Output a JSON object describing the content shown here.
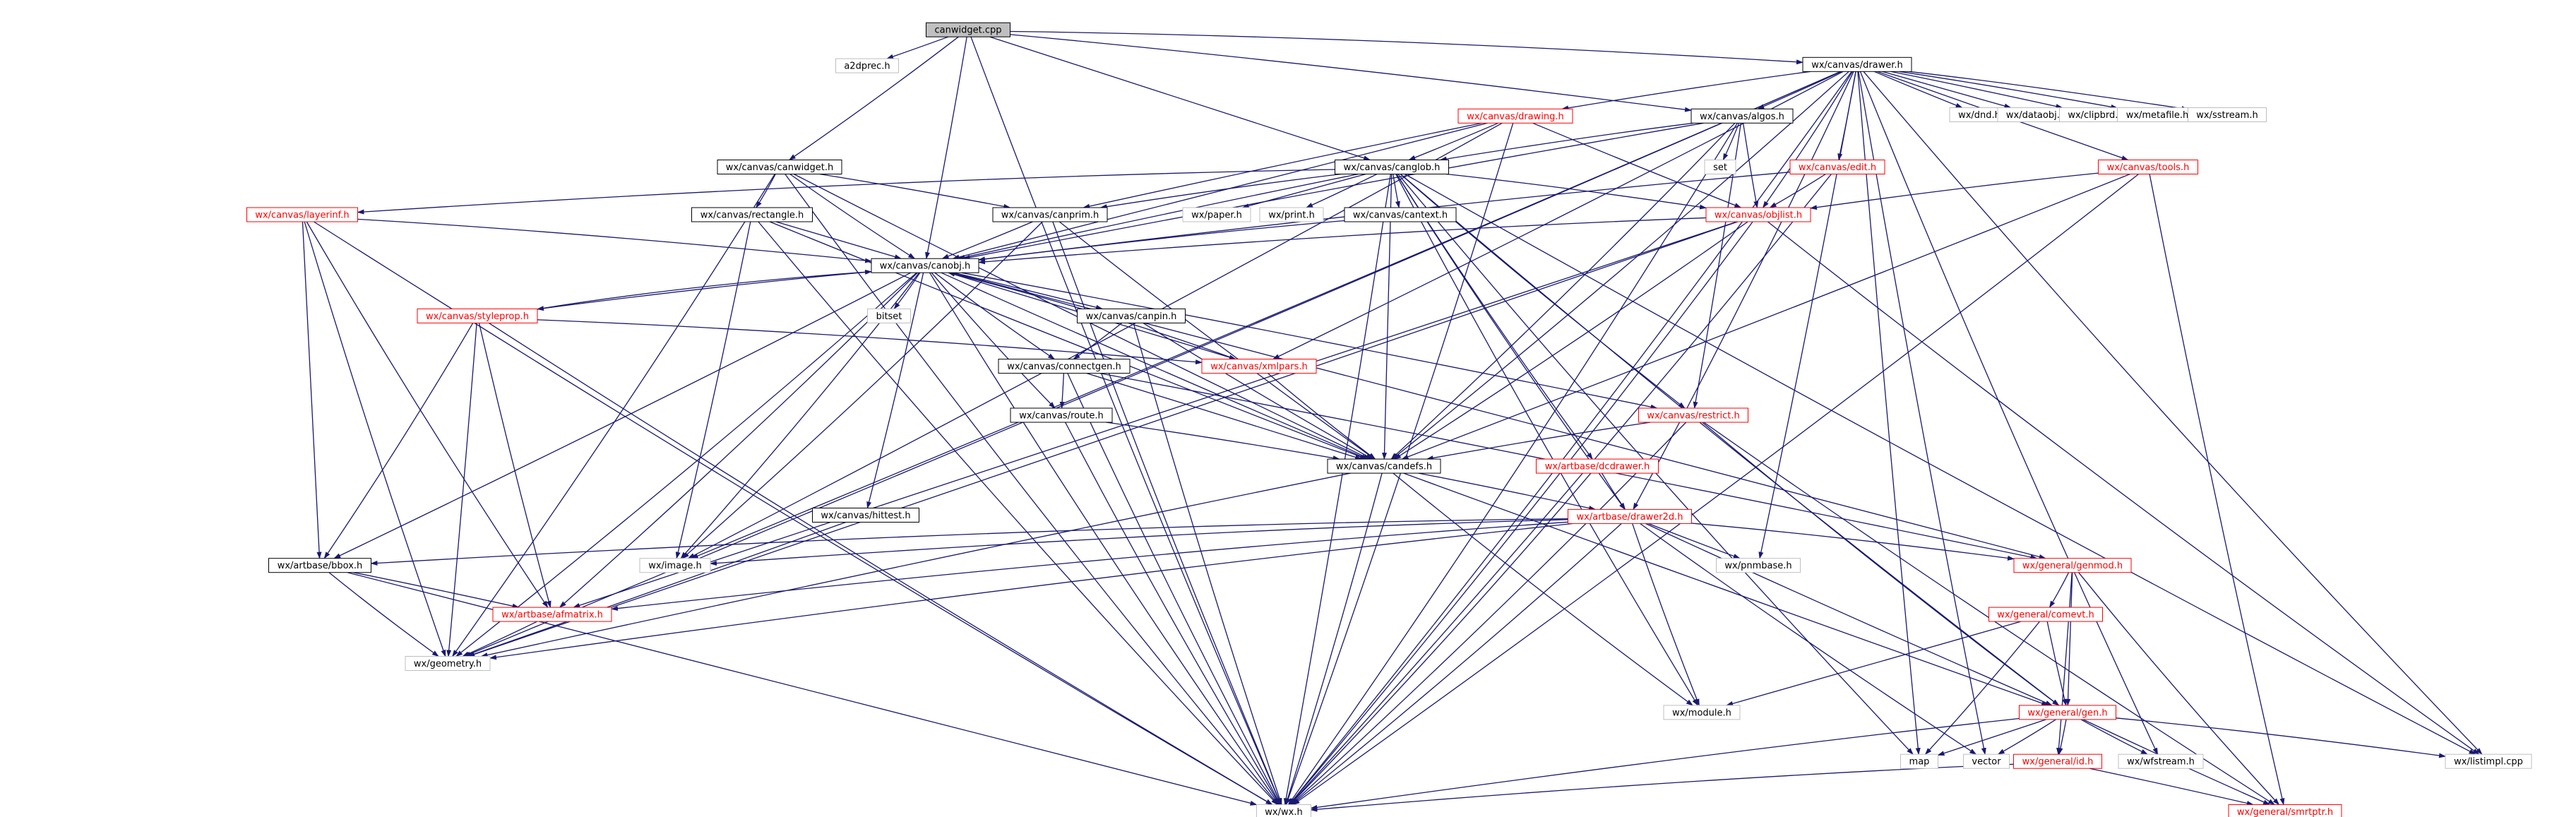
{
  "diagram": {
    "nodes": [
      {
        "id": "canwidget_cpp",
        "label": "canwidget.cpp",
        "style": "root",
        "link": false
      },
      {
        "id": "a2dprec",
        "label": "a2dprec.h",
        "style": "gray",
        "link": false
      },
      {
        "id": "drawer",
        "label": "wx/canvas/drawer.h",
        "style": "black",
        "link": true
      },
      {
        "id": "dnd",
        "label": "wx/dnd.h",
        "style": "gray",
        "link": false
      },
      {
        "id": "dataobj",
        "label": "wx/dataobj.h",
        "style": "gray",
        "link": false
      },
      {
        "id": "clipbrd",
        "label": "wx/clipbrd.h",
        "style": "gray",
        "link": false
      },
      {
        "id": "metafile",
        "label": "wx/metafile.h",
        "style": "gray",
        "link": false
      },
      {
        "id": "sstream",
        "label": "wx/sstream.h",
        "style": "gray",
        "link": false
      },
      {
        "id": "drawing",
        "label": "wx/canvas/drawing.h",
        "style": "red",
        "link": true
      },
      {
        "id": "algos",
        "label": "wx/canvas/algos.h",
        "style": "black",
        "link": true
      },
      {
        "id": "set",
        "label": "set",
        "style": "gray",
        "link": false
      },
      {
        "id": "canwidget_h",
        "label": "wx/canvas/canwidget.h",
        "style": "black",
        "link": true
      },
      {
        "id": "canglob",
        "label": "wx/canvas/canglob.h",
        "style": "black",
        "link": true
      },
      {
        "id": "edit",
        "label": "wx/canvas/edit.h",
        "style": "red",
        "link": true
      },
      {
        "id": "tools",
        "label": "wx/canvas/tools.h",
        "style": "red",
        "link": true
      },
      {
        "id": "layerinf",
        "label": "wx/canvas/layerinf.h",
        "style": "red",
        "link": true
      },
      {
        "id": "rectangle",
        "label": "wx/canvas/rectangle.h",
        "style": "black",
        "link": true
      },
      {
        "id": "canprim",
        "label": "wx/canvas/canprim.h",
        "style": "black",
        "link": true
      },
      {
        "id": "paper",
        "label": "wx/paper.h",
        "style": "gray",
        "link": false
      },
      {
        "id": "print",
        "label": "wx/print.h",
        "style": "gray",
        "link": false
      },
      {
        "id": "cantext",
        "label": "wx/canvas/cantext.h",
        "style": "black",
        "link": true
      },
      {
        "id": "objlist",
        "label": "wx/canvas/objlist.h",
        "style": "red",
        "link": true
      },
      {
        "id": "canobj",
        "label": "wx/canvas/canobj.h",
        "style": "black",
        "link": true
      },
      {
        "id": "styleprop",
        "label": "wx/canvas/styleprop.h",
        "style": "red",
        "link": true
      },
      {
        "id": "bitset",
        "label": "bitset",
        "style": "gray",
        "link": false
      },
      {
        "id": "canpin",
        "label": "wx/canvas/canpin.h",
        "style": "black",
        "link": true
      },
      {
        "id": "xmlpars",
        "label": "wx/canvas/xmlpars.h",
        "style": "red",
        "link": true
      },
      {
        "id": "connectgen",
        "label": "wx/canvas/connectgen.h",
        "style": "black",
        "link": true
      },
      {
        "id": "restrict",
        "label": "wx/canvas/restrict.h",
        "style": "red",
        "link": true
      },
      {
        "id": "route",
        "label": "wx/canvas/route.h",
        "style": "black",
        "link": true
      },
      {
        "id": "candefs",
        "label": "wx/canvas/candefs.h",
        "style": "black",
        "link": true
      },
      {
        "id": "dcdrawer",
        "label": "wx/artbase/dcdrawer.h",
        "style": "red",
        "link": true
      },
      {
        "id": "hittest",
        "label": "wx/canvas/hittest.h",
        "style": "black",
        "link": true
      },
      {
        "id": "drawer2d",
        "label": "wx/artbase/drawer2d.h",
        "style": "red",
        "link": true
      },
      {
        "id": "bbox",
        "label": "wx/artbase/bbox.h",
        "style": "black",
        "link": true
      },
      {
        "id": "image",
        "label": "wx/image.h",
        "style": "gray",
        "link": false
      },
      {
        "id": "pnmbase",
        "label": "wx/pnmbase.h",
        "style": "gray",
        "link": false
      },
      {
        "id": "genmod",
        "label": "wx/general/genmod.h",
        "style": "red",
        "link": true
      },
      {
        "id": "afmatrix",
        "label": "wx/artbase/afmatrix.h",
        "style": "red",
        "link": true
      },
      {
        "id": "comevt",
        "label": "wx/general/comevt.h",
        "style": "red",
        "link": true
      },
      {
        "id": "geometry",
        "label": "wx/geometry.h",
        "style": "gray",
        "link": false
      },
      {
        "id": "module",
        "label": "wx/module.h",
        "style": "gray",
        "link": false
      },
      {
        "id": "gen",
        "label": "wx/general/gen.h",
        "style": "red",
        "link": true
      },
      {
        "id": "map",
        "label": "map",
        "style": "gray",
        "link": false
      },
      {
        "id": "vector",
        "label": "vector",
        "style": "gray",
        "link": false
      },
      {
        "id": "id",
        "label": "wx/general/id.h",
        "style": "red",
        "link": true
      },
      {
        "id": "wfstream",
        "label": "wx/wfstream.h",
        "style": "gray",
        "link": false
      },
      {
        "id": "listimpl",
        "label": "wx/listimpl.cpp",
        "style": "gray",
        "link": false
      },
      {
        "id": "wx",
        "label": "wx/wx.h",
        "style": "gray",
        "link": false
      },
      {
        "id": "smrtptr",
        "label": "wx/general/smrtptr.h",
        "style": "red",
        "link": true
      }
    ],
    "edges": [
      [
        "canwidget_cpp",
        "a2dprec"
      ],
      [
        "canwidget_cpp",
        "drawer"
      ],
      [
        "canwidget_cpp",
        "canwidget_h"
      ],
      [
        "canwidget_cpp",
        "canglob"
      ],
      [
        "canwidget_cpp",
        "canobj"
      ],
      [
        "canwidget_cpp",
        "algos"
      ],
      [
        "canwidget_cpp",
        "wx"
      ],
      [
        "drawer",
        "dnd"
      ],
      [
        "drawer",
        "dataobj"
      ],
      [
        "drawer",
        "clipbrd"
      ],
      [
        "drawer",
        "metafile"
      ],
      [
        "drawer",
        "sstream"
      ],
      [
        "drawer",
        "drawing"
      ],
      [
        "drawer",
        "algos"
      ],
      [
        "drawer",
        "edit"
      ],
      [
        "drawer",
        "tools"
      ],
      [
        "drawer",
        "candefs"
      ],
      [
        "drawer",
        "drawer2d"
      ],
      [
        "drawer",
        "image"
      ],
      [
        "drawer",
        "geometry"
      ],
      [
        "drawer",
        "xmlpars"
      ],
      [
        "drawer",
        "pnmbase"
      ],
      [
        "drawer",
        "wfstream"
      ],
      [
        "drawer",
        "listimpl"
      ],
      [
        "drawer",
        "map"
      ],
      [
        "drawer",
        "vector"
      ],
      [
        "drawer",
        "wx"
      ],
      [
        "drawer",
        "objlist"
      ],
      [
        "drawing",
        "canglob"
      ],
      [
        "drawing",
        "canprim"
      ],
      [
        "drawing",
        "canobj"
      ],
      [
        "drawing",
        "objlist"
      ],
      [
        "drawing",
        "image"
      ],
      [
        "drawing",
        "wx"
      ],
      [
        "algos",
        "set"
      ],
      [
        "algos",
        "canglob"
      ],
      [
        "algos",
        "objlist"
      ],
      [
        "algos",
        "candefs"
      ],
      [
        "algos",
        "wx"
      ],
      [
        "algos",
        "restrict"
      ],
      [
        "algos",
        "canobj"
      ],
      [
        "canwidget_h",
        "rectangle"
      ],
      [
        "canwidget_h",
        "canprim"
      ],
      [
        "canwidget_h",
        "canobj"
      ],
      [
        "canwidget_h",
        "candefs"
      ],
      [
        "canwidget_h",
        "wx"
      ],
      [
        "canwidget_h",
        "geometry"
      ],
      [
        "canglob",
        "layerinf"
      ],
      [
        "canglob",
        "canprim"
      ],
      [
        "canglob",
        "paper"
      ],
      [
        "canglob",
        "print"
      ],
      [
        "canglob",
        "cantext"
      ],
      [
        "canglob",
        "objlist"
      ],
      [
        "canglob",
        "canobj"
      ],
      [
        "canglob",
        "candefs"
      ],
      [
        "canglob",
        "restrict"
      ],
      [
        "canglob",
        "dcdrawer"
      ],
      [
        "canglob",
        "drawer2d"
      ],
      [
        "canglob",
        "module"
      ],
      [
        "canglob",
        "map"
      ],
      [
        "canglob",
        "listimpl"
      ],
      [
        "canglob",
        "wx"
      ],
      [
        "canglob",
        "gen"
      ],
      [
        "edit",
        "objlist"
      ],
      [
        "edit",
        "canobj"
      ],
      [
        "edit",
        "wx"
      ],
      [
        "tools",
        "objlist"
      ],
      [
        "tools",
        "candefs"
      ],
      [
        "tools",
        "wx"
      ],
      [
        "tools",
        "smrtptr"
      ],
      [
        "layerinf",
        "canobj"
      ],
      [
        "layerinf",
        "bbox"
      ],
      [
        "layerinf",
        "afmatrix"
      ],
      [
        "layerinf",
        "geometry"
      ],
      [
        "layerinf",
        "wx"
      ],
      [
        "rectangle",
        "canobj"
      ],
      [
        "rectangle",
        "candefs"
      ],
      [
        "rectangle",
        "image"
      ],
      [
        "rectangle",
        "wx"
      ],
      [
        "canprim",
        "canobj"
      ],
      [
        "canprim",
        "candefs"
      ],
      [
        "canprim",
        "image"
      ],
      [
        "canprim",
        "wx"
      ],
      [
        "cantext",
        "canobj"
      ],
      [
        "objlist",
        "canobj"
      ],
      [
        "objlist",
        "candefs"
      ],
      [
        "objlist",
        "listimpl"
      ],
      [
        "objlist",
        "wx"
      ],
      [
        "objlist",
        "afmatrix"
      ],
      [
        "objlist",
        "geometry"
      ],
      [
        "canobj",
        "styleprop"
      ],
      [
        "canobj",
        "bitset"
      ],
      [
        "canobj",
        "canpin"
      ],
      [
        "canobj",
        "xmlpars"
      ],
      [
        "canobj",
        "connectgen"
      ],
      [
        "canobj",
        "restrict"
      ],
      [
        "canobj",
        "candefs"
      ],
      [
        "canobj",
        "hittest"
      ],
      [
        "canobj",
        "bbox"
      ],
      [
        "canobj",
        "image"
      ],
      [
        "canobj",
        "afmatrix"
      ],
      [
        "canobj",
        "geometry"
      ],
      [
        "canobj",
        "genmod"
      ],
      [
        "canobj",
        "wx"
      ],
      [
        "canobj",
        "route"
      ],
      [
        "styleprop",
        "canobj"
      ],
      [
        "styleprop",
        "bbox"
      ],
      [
        "styleprop",
        "afmatrix"
      ],
      [
        "styleprop",
        "geometry"
      ],
      [
        "styleprop",
        "wx"
      ],
      [
        "styleprop",
        "xmlpars"
      ],
      [
        "canpin",
        "connectgen"
      ],
      [
        "canpin",
        "candefs"
      ],
      [
        "canpin",
        "wx"
      ],
      [
        "xmlpars",
        "candefs"
      ],
      [
        "xmlpars",
        "canobj"
      ],
      [
        "connectgen",
        "route"
      ],
      [
        "connectgen",
        "candefs"
      ],
      [
        "connectgen",
        "wx"
      ],
      [
        "connectgen",
        "genmod"
      ],
      [
        "restrict",
        "candefs"
      ],
      [
        "restrict",
        "gen"
      ],
      [
        "restrict",
        "wx"
      ],
      [
        "restrict",
        "smrtptr"
      ],
      [
        "route",
        "candefs"
      ],
      [
        "route",
        "wx"
      ],
      [
        "candefs",
        "drawer2d"
      ],
      [
        "candefs",
        "geometry"
      ],
      [
        "candefs",
        "module"
      ],
      [
        "candefs",
        "gen"
      ],
      [
        "candefs",
        "wx"
      ],
      [
        "dcdrawer",
        "drawer2d"
      ],
      [
        "dcdrawer",
        "wx"
      ],
      [
        "hittest",
        "geometry"
      ],
      [
        "drawer2d",
        "bbox"
      ],
      [
        "drawer2d",
        "image"
      ],
      [
        "drawer2d",
        "pnmbase"
      ],
      [
        "drawer2d",
        "genmod"
      ],
      [
        "drawer2d",
        "afmatrix"
      ],
      [
        "drawer2d",
        "geometry"
      ],
      [
        "drawer2d",
        "module"
      ],
      [
        "drawer2d",
        "vector"
      ],
      [
        "drawer2d",
        "gen"
      ],
      [
        "drawer2d",
        "wx"
      ],
      [
        "bbox",
        "afmatrix"
      ],
      [
        "bbox",
        "geometry"
      ],
      [
        "bbox",
        "wx"
      ],
      [
        "afmatrix",
        "geometry"
      ],
      [
        "genmod",
        "comevt"
      ],
      [
        "genmod",
        "gen"
      ],
      [
        "genmod",
        "id"
      ],
      [
        "genmod",
        "smrtptr"
      ],
      [
        "comevt",
        "module"
      ],
      [
        "comevt",
        "gen"
      ],
      [
        "comevt",
        "map"
      ],
      [
        "gen",
        "map"
      ],
      [
        "gen",
        "vector"
      ],
      [
        "gen",
        "id"
      ],
      [
        "gen",
        "wfstream"
      ],
      [
        "gen",
        "listimpl"
      ],
      [
        "gen",
        "smrtptr"
      ],
      [
        "gen",
        "wx"
      ],
      [
        "id",
        "wx"
      ],
      [
        "id",
        "smrtptr"
      ]
    ]
  },
  "colors": {
    "edge": "#191970",
    "root_fill": "#bfbfbf",
    "root_border": "#000000",
    "black_border": "#000000",
    "red_border": "#ff0000",
    "gray_border": "#bfbfbf",
    "red_text": "#ff0000",
    "text": "#000000",
    "background": "#ffffff"
  }
}
